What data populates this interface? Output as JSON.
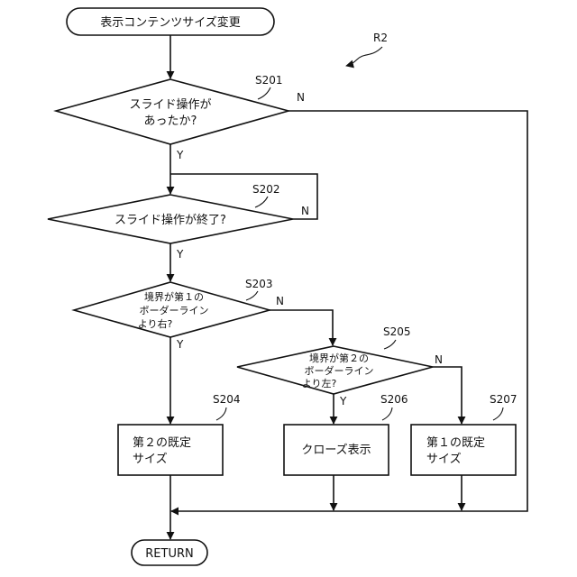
{
  "figure_ref": "R2",
  "nodes": {
    "start": {
      "text": "表示コンテンツサイズ変更"
    },
    "s201": {
      "step": "S201",
      "lines": [
        "スライド操作が",
        "あったか?"
      ]
    },
    "s202": {
      "step": "S202",
      "lines": [
        "スライド操作が終了?"
      ]
    },
    "s203": {
      "step": "S203",
      "lines": [
        "境界が第１の",
        "ボーダーライン",
        "より右?"
      ]
    },
    "s205": {
      "step": "S205",
      "lines": [
        "境界が第２の",
        "ボーダーライン",
        "より左?"
      ]
    },
    "s204": {
      "step": "S204",
      "lines": [
        "第２の既定",
        "サイズ"
      ]
    },
    "s206": {
      "step": "S206",
      "lines": [
        "クローズ表示"
      ]
    },
    "s207": {
      "step": "S207",
      "lines": [
        "第１の既定",
        "サイズ"
      ]
    },
    "end": {
      "text": "RETURN"
    }
  },
  "branch_labels": {
    "yes": "Y",
    "no": "N"
  }
}
